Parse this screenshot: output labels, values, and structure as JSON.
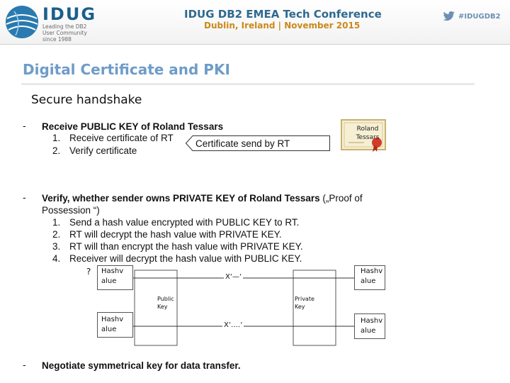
{
  "header": {
    "logo": "IDUG",
    "logo_tagline": "Leading the DB2 User Community since 1988",
    "conference_title": "IDUG DB2 EMEA Tech Conference",
    "conference_subtitle": "Dublin, Ireland  |  November 2015",
    "hashtag": "#IDUGDB2"
  },
  "slide": {
    "title": "Digital Certificate and PKI",
    "subtitle": "Secure handshake",
    "bullet_marker": "-",
    "bullets": [
      {
        "heading": "Receive PUBLIC KEY  of Roland Tessars",
        "steps": [
          {
            "num": "1.",
            "text": "Receive certificate of RT"
          },
          {
            "num": "2.",
            "text": "Verify certificate"
          }
        ]
      },
      {
        "heading_bold": "Verify, whether sender owns PRIVATE KEY of Roland Tessars",
        "heading_rest": " („Proof of",
        "heading_line2": "Possession  “)",
        "steps": [
          {
            "num": "1.",
            "text": "Send a hash value encrypted with PUBLIC KEY to RT."
          },
          {
            "num": "2.",
            "text": "RT will decrypt the hash value with PRIVATE KEY."
          },
          {
            "num": "3.",
            "text": "RT will than encrypt the hash value with PRIVATE KEY."
          },
          {
            "num": "4.",
            "text": "Receiver will decrypt the hash value with PUBLIC KEY."
          }
        ]
      },
      {
        "heading": "Negotiate symmetrical key for data transfer."
      }
    ],
    "callout": "Certificate send by RT",
    "certificate_label_1": "Roland",
    "certificate_label_2": "Tessars"
  },
  "diagram": {
    "question_mark": "?",
    "hash_box_tl_1": "Hashv",
    "hash_box_tl_2": "alue",
    "hash_box_tr_1": "Hashv",
    "hash_box_tr_2": "alue",
    "hash_box_bl_1": "Hashv",
    "hash_box_bl_2": "alue",
    "hash_box_br_1": "Hashv",
    "hash_box_br_2": "alue",
    "encrypted_top": "X‘—‘",
    "encrypted_bottom": "X‘….‘",
    "public_key_1": "Public",
    "public_key_2": "Key",
    "private_key_1": "Private",
    "private_key_2": "Key"
  },
  "colors": {
    "brand_blue": "#1a5f8c",
    "title_blue": "#6e9cc8",
    "accent_orange": "#c98a1a"
  }
}
